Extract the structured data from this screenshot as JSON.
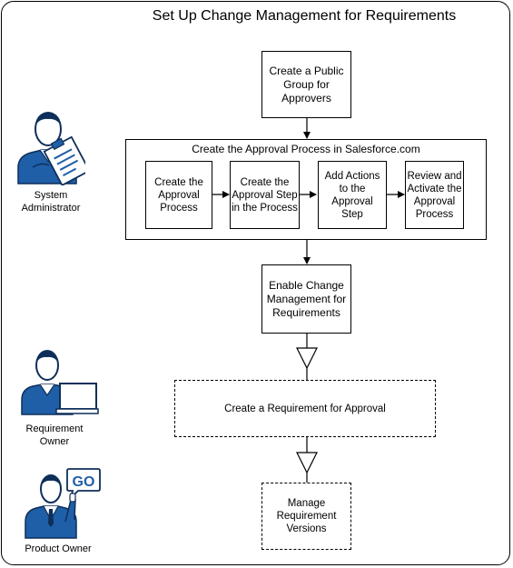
{
  "title": "Set Up Change Management for Requirements",
  "steps": {
    "public_group": "Create a Public\nGroup for\nApprovers",
    "approval_process_title": "Create the Approval Process in Salesforce.com",
    "sub_1": "Create the\nApproval\nProcess",
    "sub_2": "Create the\nApproval Step\nin the Process",
    "sub_3": "Add Actions\nto the\nApproval\nStep",
    "sub_4": "Review and\nActivate the\nApproval\nProcess",
    "enable_change": "Enable Change\nManagement for\nRequirements",
    "create_requirement": "Create a Requirement for Approval",
    "manage_versions": "Manage\nRequirement\nVersions"
  },
  "roles": {
    "system_admin": "System\nAdministrator",
    "requirement_owner": "Requirement\nOwner",
    "product_owner": "Product Owner",
    "go_badge": "GO"
  },
  "colors": {
    "figure_blue": "#1f5fa8",
    "figure_dark": "#163e73",
    "line": "#000000"
  }
}
